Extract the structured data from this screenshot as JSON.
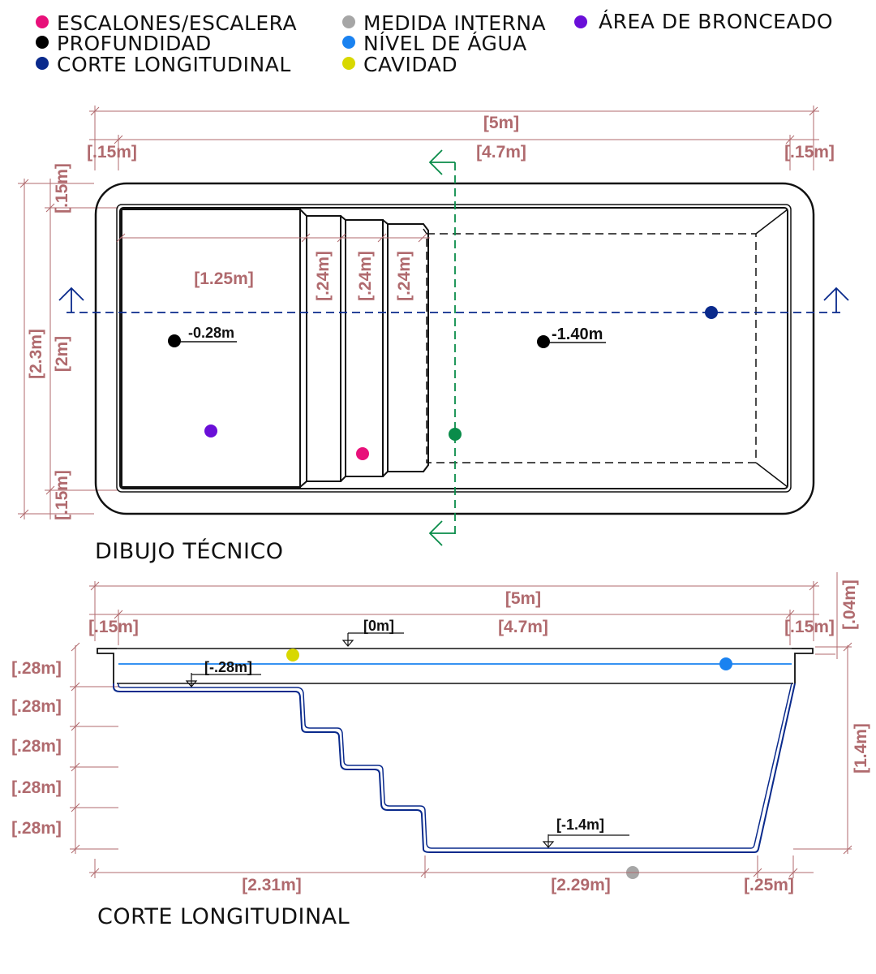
{
  "legend": {
    "items": [
      {
        "label": "ESCALONES/ESCALERA",
        "color": "#e8107a"
      },
      {
        "label": "PROFUNDIDAD",
        "color": "#000000"
      },
      {
        "label": "CORTE LONGITUDINAL",
        "color": "#0a2a8c"
      },
      {
        "label": "MEDIDA INTERNA",
        "color": "#a6a6a6"
      },
      {
        "label": "NÍVEL DE ÁGUA",
        "color": "#1a82f0"
      },
      {
        "label": "CAVIDAD",
        "color": "#d8d800"
      },
      {
        "label": "ÁREA DE BRONCEADO",
        "color": "#6a0fd8"
      }
    ]
  },
  "plan": {
    "title": "DIBUJO TÉCNICO",
    "dim_total_length": "[5m]",
    "dim_edge_left": "[.15m]",
    "dim_inner_length": "[4.7m]",
    "dim_edge_right": "[.15m]",
    "dim_edge_top": "[.15m]",
    "dim_total_width": "[2.3m]",
    "dim_inner_width": "[2m]",
    "dim_edge_bottom": "[.15m]",
    "dim_tanning_length": "[1.25m]",
    "dim_step_1": "[.24m]",
    "dim_step_2": "[.24m]",
    "dim_step_3": "[.24m]",
    "depth_shallow": "-0.28m",
    "depth_deep": "-1.40m"
  },
  "section": {
    "title": "CORTE LONGITUDINAL",
    "dim_total_length": "[5m]",
    "dim_edge_left": "[.15m]",
    "dim_inner_length": "[4.7m]",
    "dim_edge_right": "[.15m]",
    "dim_rim": "[.04m]",
    "dim_total_depth": "[1.4m]",
    "step_heights": [
      "[.28m]",
      "[.28m]",
      "[.28m]",
      "[.28m]",
      "[.28m]"
    ],
    "level_top": "[0m]",
    "level_shelf": "[-.28m]",
    "level_bottom": "[-1.4m]",
    "dim_bottom_left": "[2.31m]",
    "dim_bottom_mid": "[2.29m]",
    "dim_bottom_right": "[.25m]"
  }
}
